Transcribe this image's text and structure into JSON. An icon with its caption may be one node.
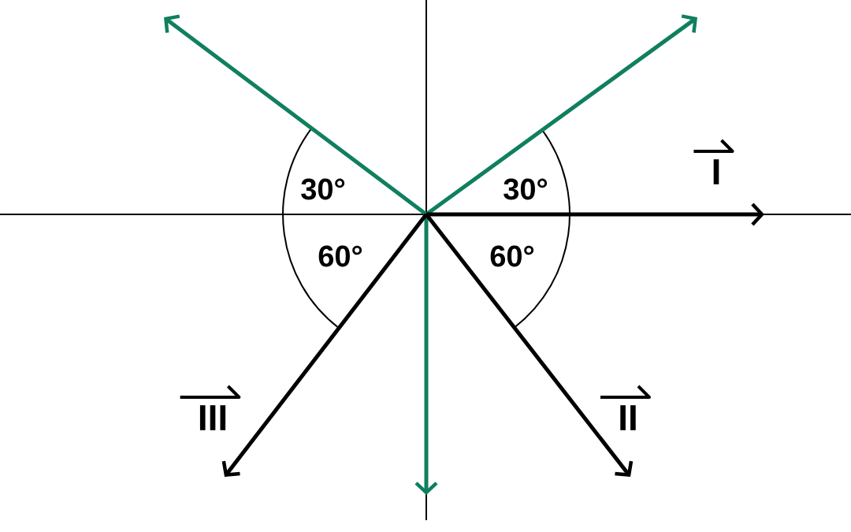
{
  "diagram": {
    "labels": [
      "30°",
      "30°",
      "I",
      "60°",
      "60°",
      "III",
      "II"
    ]
  }
}
